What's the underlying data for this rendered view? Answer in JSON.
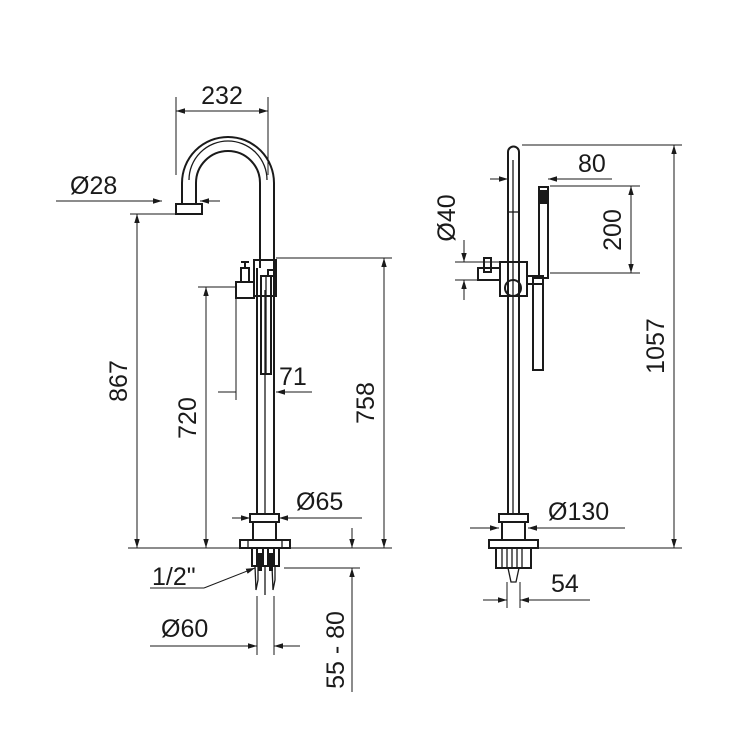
{
  "front_view": {
    "spout_reach": "232",
    "spout_outlet_diameter": "Ø28",
    "spout_outlet_height": "867",
    "lever_height": "720",
    "body_height": "758",
    "lever_offset": "71",
    "column_diameter": "Ø65",
    "inlet_thread": "1/2\"",
    "base_plate_diameter": "Ø60",
    "inlet_length": "55 - 80"
  },
  "side_view": {
    "handshower_offset": "80",
    "handshower_diameter": "Ø40",
    "handshower_length": "200",
    "total_height": "1057",
    "base_diameter": "Ø130",
    "base_offset": "54"
  }
}
